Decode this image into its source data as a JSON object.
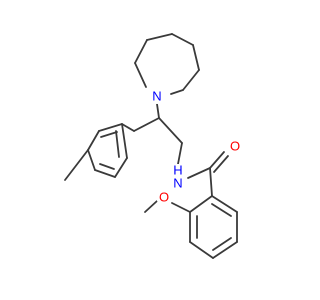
{
  "molecule": {
    "colors": {
      "bond": "#3a3a3a",
      "nitrogen": "#0000ff",
      "oxygen": "#ff0000",
      "background": "#ffffff"
    },
    "atom_labels": {
      "ring_nitrogen": "N",
      "amide_nitrogen": "N",
      "amide_hydrogen": "H",
      "carbonyl_oxygen": "O",
      "methoxy_oxygen": "O"
    }
  }
}
